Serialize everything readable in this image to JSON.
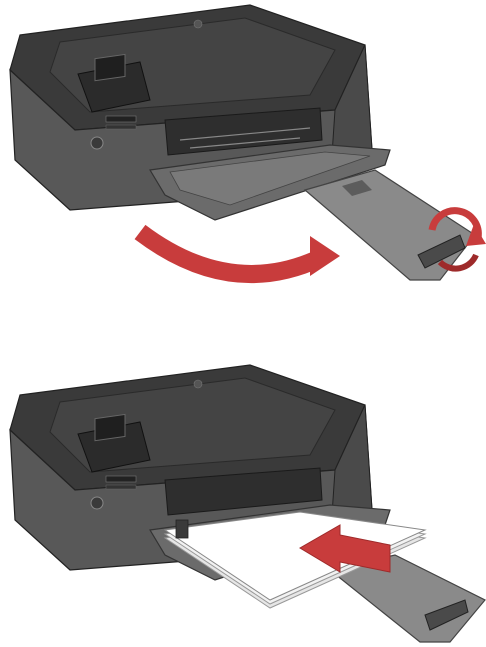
{
  "figure": {
    "panels": [
      {
        "id": "step-1",
        "action": "rotate-extender",
        "arrow": "curved-red"
      },
      {
        "id": "step-2",
        "action": "insert-paper",
        "arrow": "straight-red"
      }
    ],
    "colors": {
      "printer_top": "#3a3a3a",
      "printer_body": "#585858",
      "printer_dark": "#2b2b2b",
      "tray": "#6b6b6b",
      "tray_light": "#8a8a8a",
      "display": "#1f1f1f",
      "arrow_red": "#c83c3c",
      "arrow_red_dark": "#9e2a2a",
      "paper": "#ffffff"
    }
  }
}
